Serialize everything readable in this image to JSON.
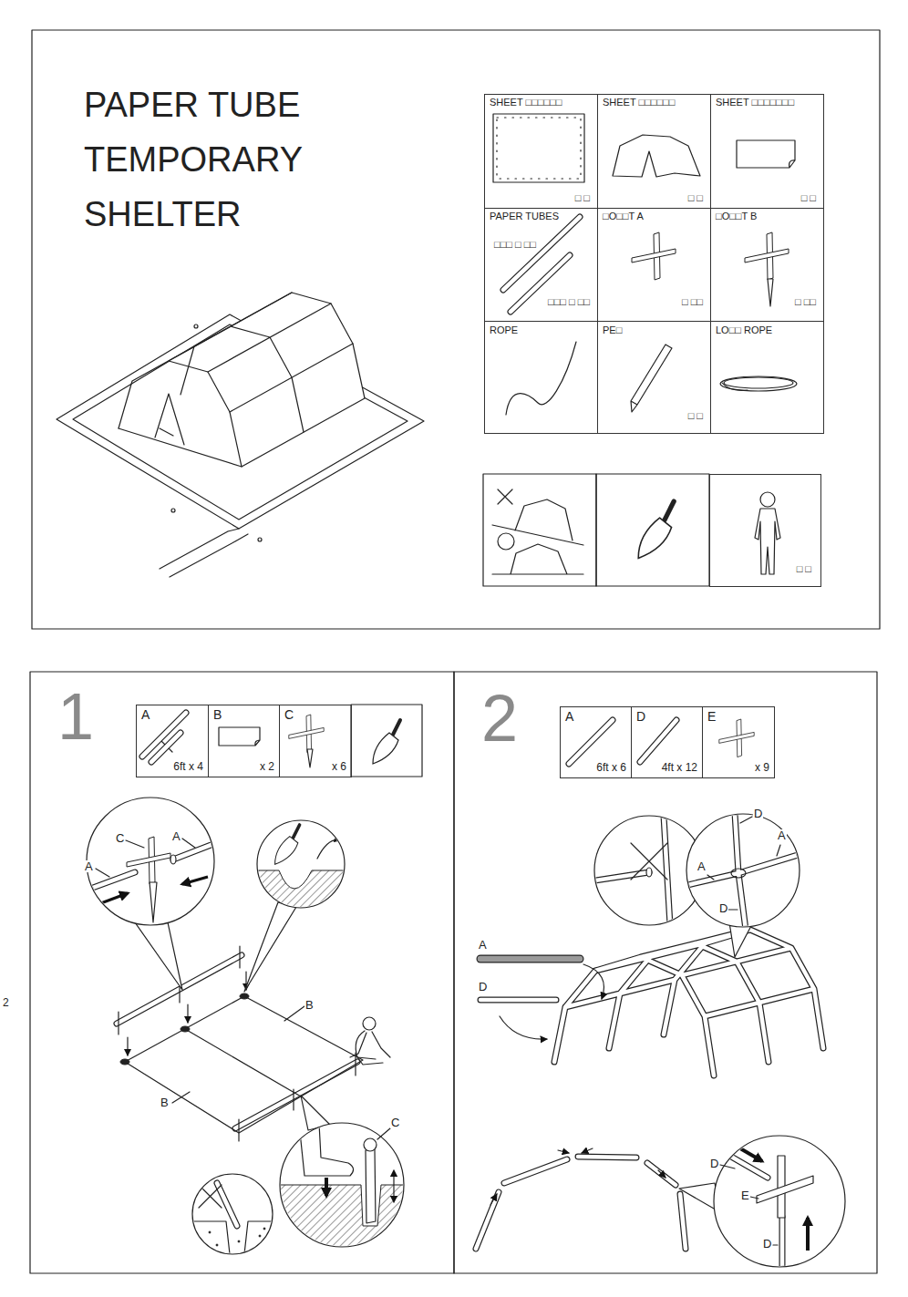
{
  "diagram": {
    "title": "PAPER TUBE TEMPORARY SHELTER",
    "nodes": [
      {
        "text": [
          "SHEET □□□□□□",
          "□ □"
        ]
      },
      {
        "text": [
          "SHEET □□□□□□",
          "□ □"
        ]
      },
      {
        "text": [
          "SHEET □□□□□□□",
          "□ □"
        ]
      },
      {
        "text": [
          "PAPER TUBES",
          "□□□ □ □□",
          "□□□ □ □□"
        ]
      },
      {
        "text": [
          "□O□□T A",
          "□ □□"
        ]
      },
      {
        "text": [
          "□O□□T B",
          "□ □□"
        ]
      },
      {
        "text": [
          "ROPE"
        ]
      },
      {
        "text": [
          "PE□",
          "□ □"
        ]
      },
      {
        "text": [
          "LO□□ ROPE"
        ]
      },
      {
        "text": [
          "□ □"
        ]
      },
      {
        "text": [
          "A",
          "6ft x 4"
        ]
      },
      {
        "text": [
          "B",
          "x 2"
        ]
      },
      {
        "text": [
          "C",
          "x 6"
        ]
      },
      {
        "text": [
          "A",
          "6ft x 6"
        ]
      },
      {
        "text": [
          "D",
          "4ft x 12"
        ]
      },
      {
        "text": [
          "E",
          "x 9"
        ]
      }
    ],
    "labels": [
      "1",
      "C",
      "A",
      "A",
      "B",
      "B",
      "C",
      "2",
      "D",
      "A",
      "A",
      "D",
      "A",
      "D",
      "D",
      "E",
      "D",
      "2"
    ]
  }
}
